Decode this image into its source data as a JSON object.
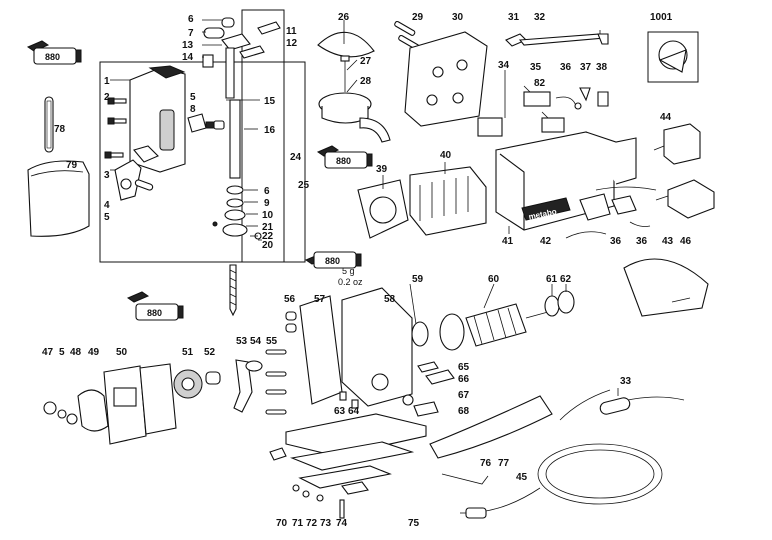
{
  "labels": {
    "p1": "1",
    "p2": "2",
    "p3": "3",
    "p4": "4",
    "p5a": "5",
    "p5b": "5",
    "p5c": "5",
    "p6a": "6",
    "p6b": "6",
    "p7": "7",
    "p8": "8",
    "p9": "9",
    "p10": "10",
    "p11": "11",
    "p12": "12",
    "p13": "13",
    "p14": "14",
    "p15": "15",
    "p16": "16",
    "p20": "20",
    "p21": "21",
    "p22": "22",
    "p24": "24",
    "p25": "25",
    "p26": "26",
    "p27": "27",
    "p28": "28",
    "p29": "29",
    "p30": "30",
    "p31": "31",
    "p32": "32",
    "p33": "33",
    "p34": "34",
    "p35": "35",
    "p36a": "36",
    "p36b": "36",
    "p36c": "36",
    "p37": "37",
    "p38": "38",
    "p39": "39",
    "p40": "40",
    "p41": "41",
    "p42": "42",
    "p43": "43",
    "p44": "44",
    "p45": "45",
    "p46": "46",
    "p47": "47",
    "p48": "48",
    "p49": "49",
    "p50": "50",
    "p51": "51",
    "p52": "52",
    "p53": "53",
    "p54": "54",
    "p55": "55",
    "p56": "56",
    "p57": "57",
    "p58": "58",
    "p59": "59",
    "p60": "60",
    "p61": "61",
    "p62": "62",
    "p63": "63",
    "p64": "64",
    "p65": "65",
    "p66": "66",
    "p67": "67",
    "p68": "68",
    "p70": "70",
    "p71": "71",
    "p72": "72",
    "p73": "73",
    "p74": "74",
    "p75": "75",
    "p76": "76",
    "p77": "77",
    "p78": "78",
    "p79": "79",
    "p82": "82",
    "p1001": "1001"
  },
  "grease": {
    "tube_code": "880",
    "amount_g": "5 g",
    "amount_oz": "0.2 oz"
  },
  "brand": {
    "name": "metabo"
  }
}
